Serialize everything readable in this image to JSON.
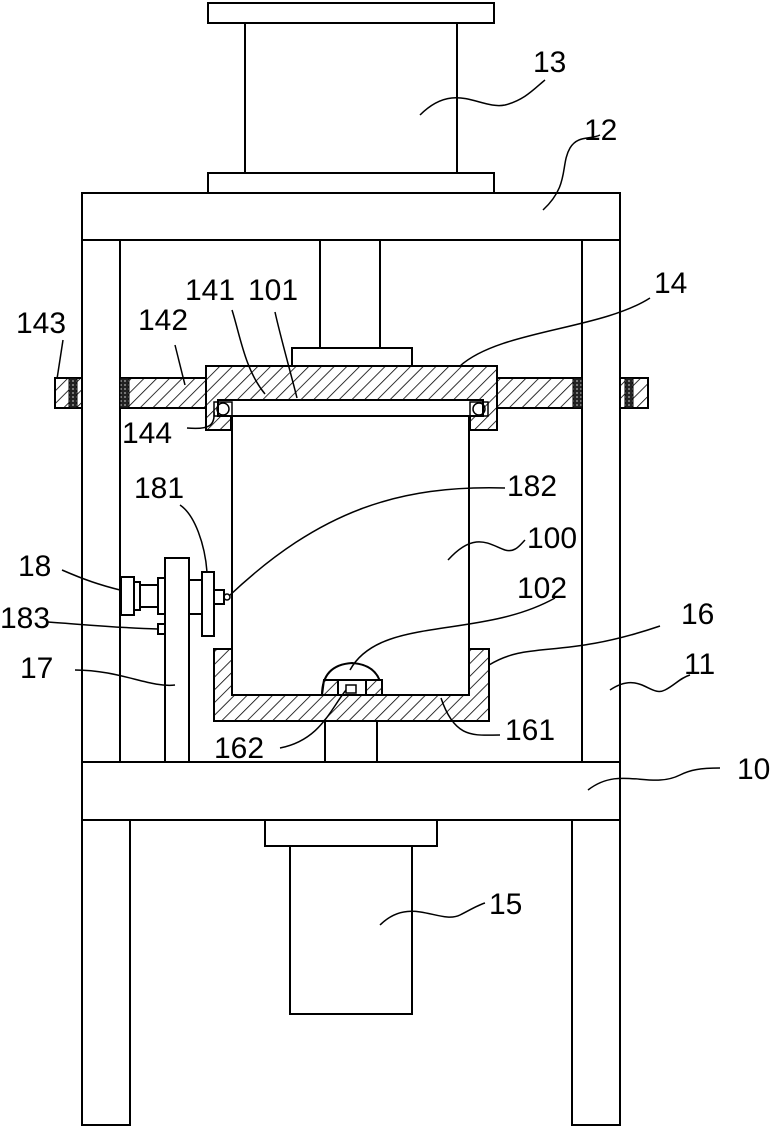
{
  "labels": {
    "l10": "10",
    "l11": "11",
    "l12": "12",
    "l13": "13",
    "l14": "14",
    "l15": "15",
    "l16": "16",
    "l17": "17",
    "l18": "18",
    "l100": "100",
    "l101": "101",
    "l102": "102",
    "l141": "141",
    "l142": "142",
    "l143": "143",
    "l144": "144",
    "l161": "161",
    "l162": "162",
    "l181": "181",
    "l182": "182",
    "l183": "183"
  }
}
